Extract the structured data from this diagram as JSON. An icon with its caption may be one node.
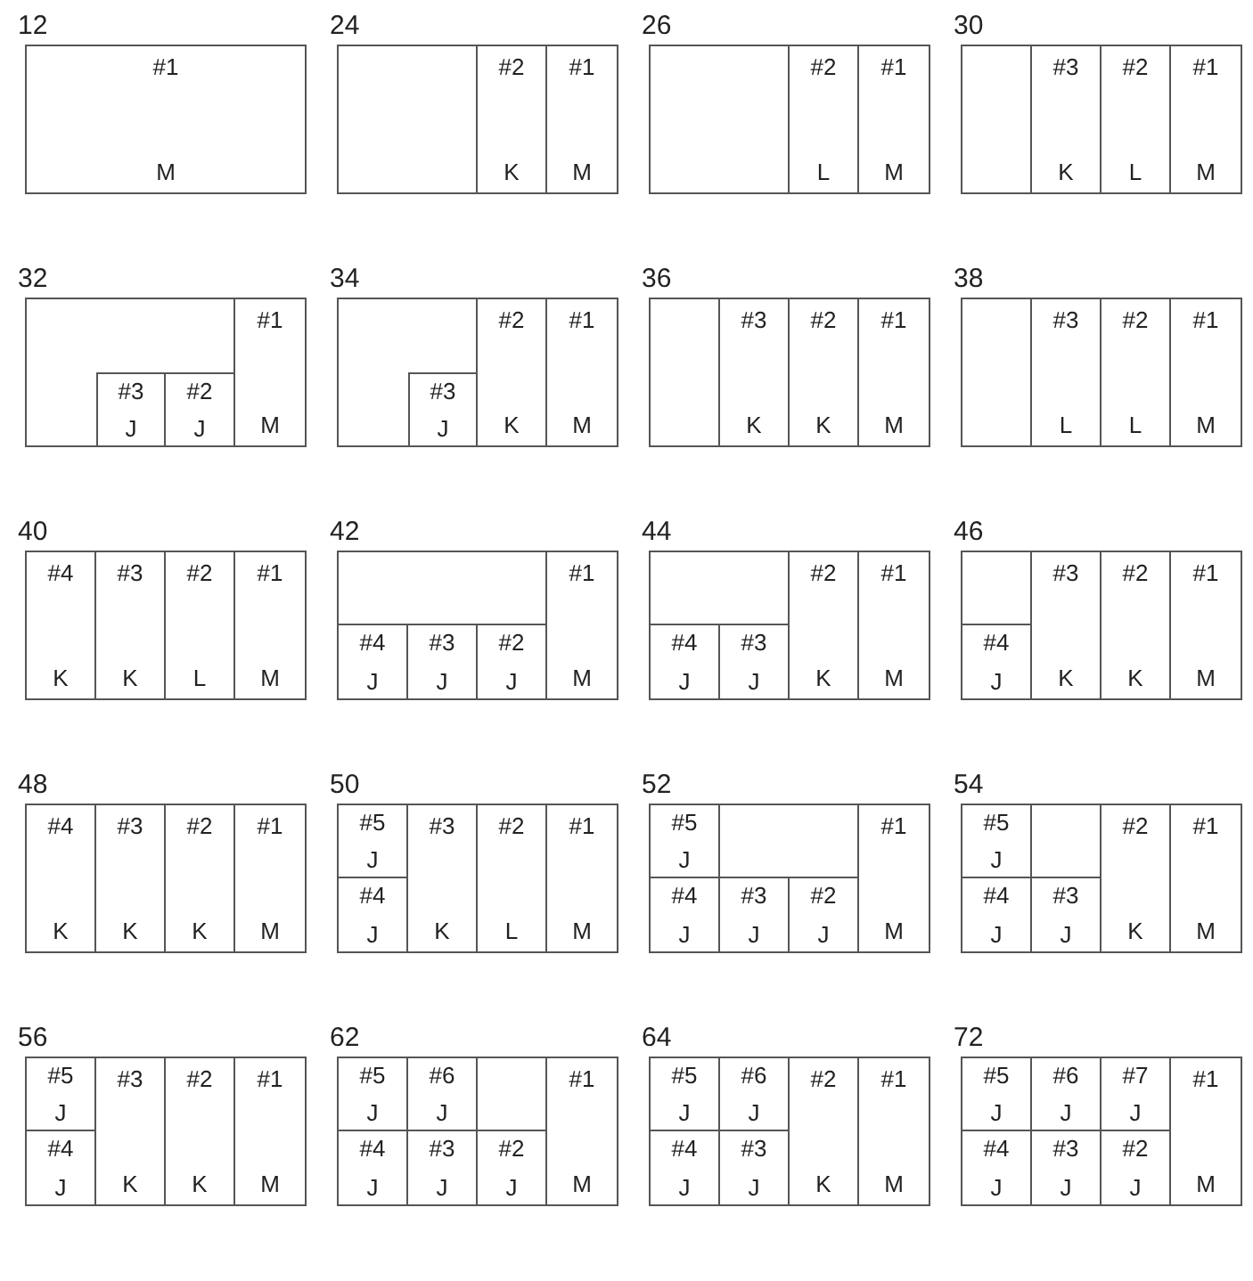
{
  "diagram": {
    "nodes": [
      {
        "text": [
          "12"
        ]
      },
      {
        "text": [
          "#1",
          "M"
        ],
        "in": 0
      },
      {
        "text": [
          "24"
        ]
      },
      {
        "text": [],
        "shape": "box",
        "in": 2
      },
      {
        "text": [
          "#2",
          "K"
        ],
        "in": 2
      },
      {
        "text": [
          "#1",
          "M"
        ],
        "in": 2
      },
      {
        "text": [
          "26"
        ]
      },
      {
        "text": [],
        "shape": "box",
        "in": 6
      },
      {
        "text": [
          "#2",
          "L"
        ],
        "in": 6
      },
      {
        "text": [
          "#1",
          "M"
        ],
        "in": 6
      },
      {
        "text": [
          "30"
        ]
      },
      {
        "text": [],
        "shape": "box",
        "in": 10
      },
      {
        "text": [
          "#3",
          "K"
        ],
        "in": 10
      },
      {
        "text": [
          "#2",
          "L"
        ],
        "in": 10
      },
      {
        "text": [
          "#1",
          "M"
        ],
        "in": 10
      },
      {
        "text": [
          "32"
        ]
      },
      {
        "text": [],
        "shape": "box",
        "in": 15
      },
      {
        "text": [
          "#1",
          "M"
        ],
        "in": 15
      },
      {
        "text": [
          "#3",
          "J"
        ],
        "in": 15
      },
      {
        "text": [
          "#2",
          "J"
        ],
        "in": 15
      },
      {
        "text": [
          "34"
        ]
      },
      {
        "text": [],
        "shape": "box",
        "in": 20
      },
      {
        "text": [
          "#2",
          "K"
        ],
        "in": 20
      },
      {
        "text": [
          "#1",
          "M"
        ],
        "in": 20
      },
      {
        "text": [
          "#3",
          "J"
        ],
        "in": 20
      },
      {
        "text": [
          "36"
        ]
      },
      {
        "text": [],
        "shape": "box",
        "in": 25
      },
      {
        "text": [
          "#3",
          "K"
        ],
        "in": 25
      },
      {
        "text": [
          "#2",
          "K"
        ],
        "in": 25
      },
      {
        "text": [
          "#1",
          "M"
        ],
        "in": 25
      },
      {
        "text": [
          "38"
        ]
      },
      {
        "text": [],
        "shape": "box",
        "in": 30
      },
      {
        "text": [
          "#3",
          "L"
        ],
        "in": 30
      },
      {
        "text": [
          "#2",
          "L"
        ],
        "in": 30
      },
      {
        "text": [
          "#1",
          "M"
        ],
        "in": 30
      },
      {
        "text": [
          "40"
        ]
      },
      {
        "text": [
          "#4",
          "K"
        ],
        "in": 35
      },
      {
        "text": [
          "#3",
          "K"
        ],
        "in": 35
      },
      {
        "text": [
          "#2",
          "L"
        ],
        "in": 35
      },
      {
        "text": [
          "#1",
          "M"
        ],
        "in": 35
      },
      {
        "text": [
          "42"
        ]
      },
      {
        "text": [],
        "shape": "box",
        "in": 40
      },
      {
        "text": [
          "#1",
          "M"
        ],
        "in": 40
      },
      {
        "text": [
          "#4",
          "J"
        ],
        "in": 40
      },
      {
        "text": [
          "#3",
          "J"
        ],
        "in": 40
      },
      {
        "text": [
          "#2",
          "J"
        ],
        "in": 40
      },
      {
        "text": [
          "44"
        ]
      },
      {
        "text": [],
        "shape": "box",
        "in": 46
      },
      {
        "text": [
          "#2",
          "K"
        ],
        "in": 46
      },
      {
        "text": [
          "#1",
          "M"
        ],
        "in": 46
      },
      {
        "text": [
          "#4",
          "J"
        ],
        "in": 46
      },
      {
        "text": [
          "#3",
          "J"
        ],
        "in": 46
      },
      {
        "text": [
          "46"
        ]
      },
      {
        "text": [],
        "shape": "box",
        "in": 52
      },
      {
        "text": [
          "#3",
          "K"
        ],
        "in": 52
      },
      {
        "text": [
          "#2",
          "K"
        ],
        "in": 52
      },
      {
        "text": [
          "#1",
          "M"
        ],
        "in": 52
      },
      {
        "text": [
          "#4",
          "J"
        ],
        "in": 52
      },
      {
        "text": [
          "48"
        ]
      },
      {
        "text": [
          "#4",
          "K"
        ],
        "in": 58
      },
      {
        "text": [
          "#3",
          "K"
        ],
        "in": 58
      },
      {
        "text": [
          "#2",
          "K"
        ],
        "in": 58
      },
      {
        "text": [
          "#1",
          "M"
        ],
        "in": 58
      },
      {
        "text": [
          "50"
        ]
      },
      {
        "text": [
          "#5",
          "J"
        ],
        "in": 63
      },
      {
        "text": [
          "#3",
          "K"
        ],
        "in": 63
      },
      {
        "text": [
          "#2",
          "L"
        ],
        "in": 63
      },
      {
        "text": [
          "#1",
          "M"
        ],
        "in": 63
      },
      {
        "text": [
          "#4",
          "J"
        ],
        "in": 63
      },
      {
        "text": [
          "52"
        ]
      },
      {
        "text": [
          "#5",
          "J"
        ],
        "in": 69
      },
      {
        "text": [],
        "shape": "box",
        "in": 69
      },
      {
        "text": [
          "#1",
          "M"
        ],
        "in": 69
      },
      {
        "text": [
          "#4",
          "J"
        ],
        "in": 69
      },
      {
        "text": [
          "#3",
          "J"
        ],
        "in": 69
      },
      {
        "text": [
          "#2",
          "J"
        ],
        "in": 69
      },
      {
        "text": [
          "54"
        ]
      },
      {
        "text": [
          "#5",
          "J"
        ],
        "in": 76
      },
      {
        "text": [],
        "shape": "box",
        "in": 76
      },
      {
        "text": [
          "#2",
          "K"
        ],
        "in": 76
      },
      {
        "text": [
          "#1",
          "M"
        ],
        "in": 76
      },
      {
        "text": [
          "#4",
          "J"
        ],
        "in": 76
      },
      {
        "text": [
          "#3",
          "J"
        ],
        "in": 76
      },
      {
        "text": [
          "56"
        ]
      },
      {
        "text": [
          "#5",
          "J"
        ],
        "in": 83
      },
      {
        "text": [
          "#3",
          "K"
        ],
        "in": 83
      },
      {
        "text": [
          "#2",
          "K"
        ],
        "in": 83
      },
      {
        "text": [
          "#1",
          "M"
        ],
        "in": 83
      },
      {
        "text": [
          "#4",
          "J"
        ],
        "in": 83
      },
      {
        "text": [
          "62"
        ]
      },
      {
        "text": [
          "#5",
          "J"
        ],
        "in": 89
      },
      {
        "text": [
          "#6",
          "J"
        ],
        "in": 89
      },
      {
        "text": [],
        "shape": "box",
        "in": 89
      },
      {
        "text": [
          "#1",
          "M"
        ],
        "in": 89
      },
      {
        "text": [
          "#4",
          "J"
        ],
        "in": 89
      },
      {
        "text": [
          "#3",
          "J"
        ],
        "in": 89
      },
      {
        "text": [
          "#2",
          "J"
        ],
        "in": 89
      },
      {
        "text": [
          "64"
        ]
      },
      {
        "text": [
          "#5",
          "J"
        ],
        "in": 97
      },
      {
        "text": [
          "#6",
          "J"
        ],
        "in": 97
      },
      {
        "text": [
          "#2",
          "K"
        ],
        "in": 97
      },
      {
        "text": [
          "#1",
          "M"
        ],
        "in": 97
      },
      {
        "text": [
          "#4",
          "J"
        ],
        "in": 97
      },
      {
        "text": [
          "#3",
          "J"
        ],
        "in": 97
      },
      {
        "text": [
          "72"
        ]
      },
      {
        "text": [
          "#5",
          "J"
        ],
        "in": 104
      },
      {
        "text": [
          "#6",
          "J"
        ],
        "in": 104
      },
      {
        "text": [
          "#7",
          "J"
        ],
        "in": 104
      },
      {
        "text": [
          "#1",
          "M"
        ],
        "in": 104
      },
      {
        "text": [
          "#4",
          "J"
        ],
        "in": 104
      },
      {
        "text": [
          "#3",
          "J"
        ],
        "in": 104
      },
      {
        "text": [
          "#2",
          "J"
        ],
        "in": 104
      }
    ]
  }
}
